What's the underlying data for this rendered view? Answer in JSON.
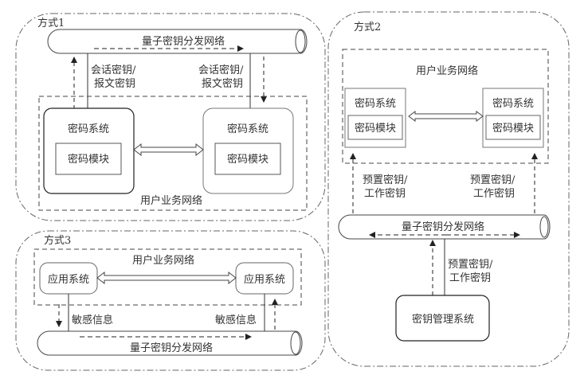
{
  "mode1": {
    "title": "方式1",
    "qkd_network": "量子密钥分发网络",
    "key_label_left": [
      "会话密钥/",
      "报文密钥"
    ],
    "key_label_right": [
      "会话密钥/",
      "报文密钥"
    ],
    "user_network": "用户业务网络",
    "left_system": {
      "label": "密码系统",
      "module": "密码模块"
    },
    "right_system": {
      "label": "密码系统",
      "module": "密码模块"
    }
  },
  "mode2": {
    "title": "方式2",
    "user_network": "用户业务网络",
    "left_system": {
      "label": "密码系统",
      "module": "密码模块"
    },
    "right_system": {
      "label": "密码系统",
      "module": "密码模块"
    },
    "key_label_left": [
      "预置密钥/",
      "工作密钥"
    ],
    "key_label_right": [
      "预置密钥/",
      "工作密钥"
    ],
    "qkd_network": "量子密钥分发网络",
    "key_label_bottom": [
      "预置密钥/",
      "工作密钥"
    ],
    "kms": "密钥管理系统"
  },
  "mode3": {
    "title": "方式3",
    "user_network": "用户业务网络",
    "left_app": "应用系统",
    "right_app": "应用系统",
    "info_label_left": "敏感信息",
    "info_label_right": "敏感信息",
    "qkd_network": "量子密钥分发网络"
  }
}
